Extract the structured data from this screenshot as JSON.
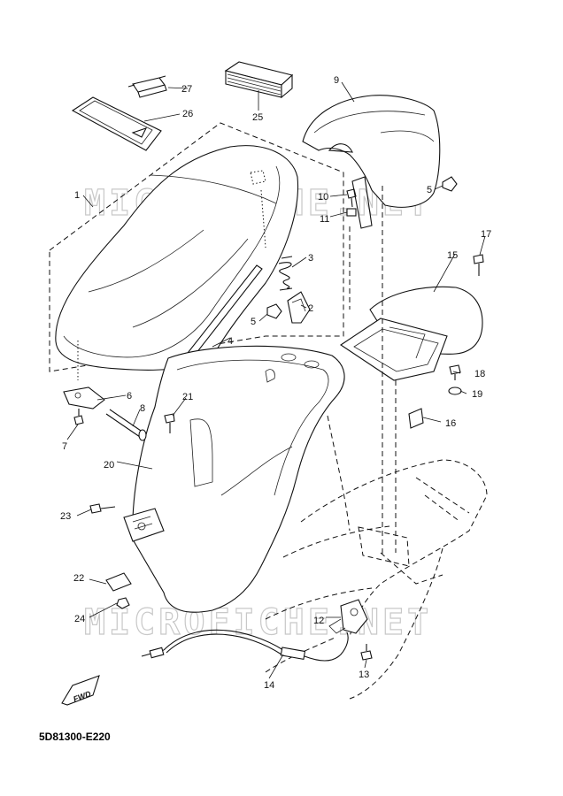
{
  "diagram_code": "5D81300-E220",
  "watermark": [
    "MICROFICHE.NET",
    "MICROFICHE.NET"
  ],
  "fwd_label": "FWD",
  "parts": [
    {
      "num": "1"
    },
    {
      "num": "2"
    },
    {
      "num": "3"
    },
    {
      "num": "4"
    },
    {
      "num": "5"
    },
    {
      "num": "5"
    },
    {
      "num": "6"
    },
    {
      "num": "7"
    },
    {
      "num": "8"
    },
    {
      "num": "9"
    },
    {
      "num": "10"
    },
    {
      "num": "11"
    },
    {
      "num": "12"
    },
    {
      "num": "13"
    },
    {
      "num": "14"
    },
    {
      "num": "15"
    },
    {
      "num": "16"
    },
    {
      "num": "17"
    },
    {
      "num": "18"
    },
    {
      "num": "19"
    },
    {
      "num": "20"
    },
    {
      "num": "21"
    },
    {
      "num": "22"
    },
    {
      "num": "23"
    },
    {
      "num": "24"
    },
    {
      "num": "25"
    },
    {
      "num": "26"
    },
    {
      "num": "27"
    }
  ]
}
